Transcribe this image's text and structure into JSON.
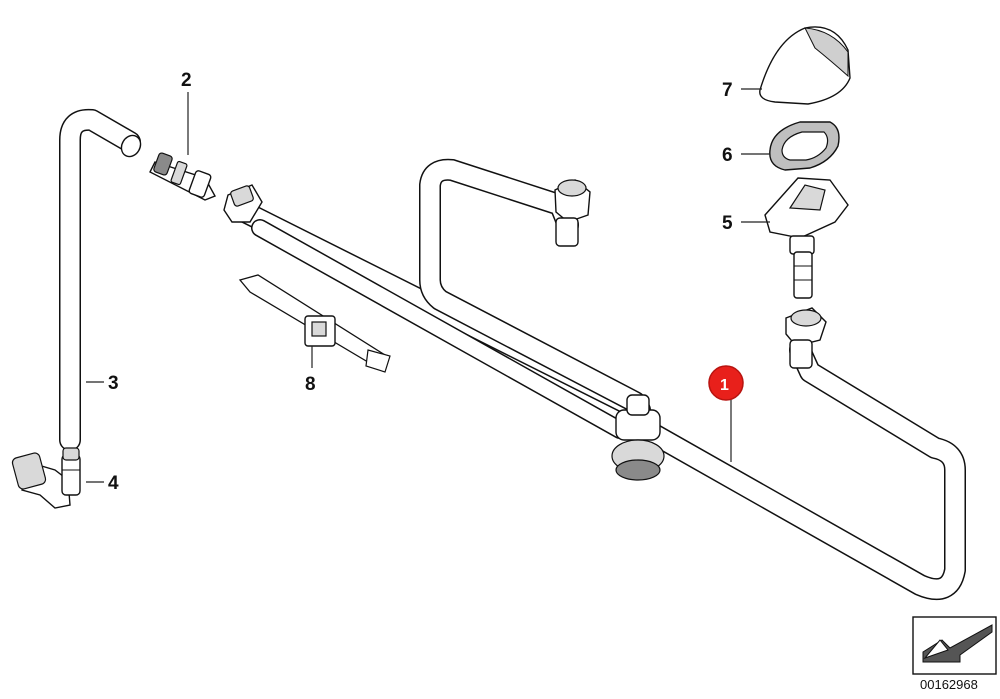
{
  "callouts": {
    "c1": "1",
    "c2": "2",
    "c3": "3",
    "c4": "4",
    "c5": "5",
    "c6": "6",
    "c7": "7",
    "c8": "8"
  },
  "highlight_color": "#e8201b",
  "doc_number": "00162968",
  "icons": {
    "nav": "arrow-navigation-icon"
  }
}
